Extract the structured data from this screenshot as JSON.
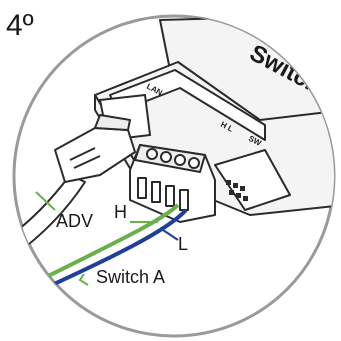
{
  "step": {
    "number": "4º"
  },
  "device": {
    "brand": "Switch",
    "port_lan": "LAN",
    "port_hl": "H L",
    "port_sw": "SW"
  },
  "labels": {
    "adv": "ADV",
    "h": "H",
    "l": "L",
    "switch_a": "Switch A"
  },
  "colors": {
    "outline": "#2b2b2b",
    "circle": "#9a9a9a",
    "device_fill": "#f4f4f4",
    "wire_green": "#6ab04c",
    "wire_blue": "#1f3f9e",
    "cable": "#ffffff",
    "label_leader_green": "#6ab04c"
  }
}
